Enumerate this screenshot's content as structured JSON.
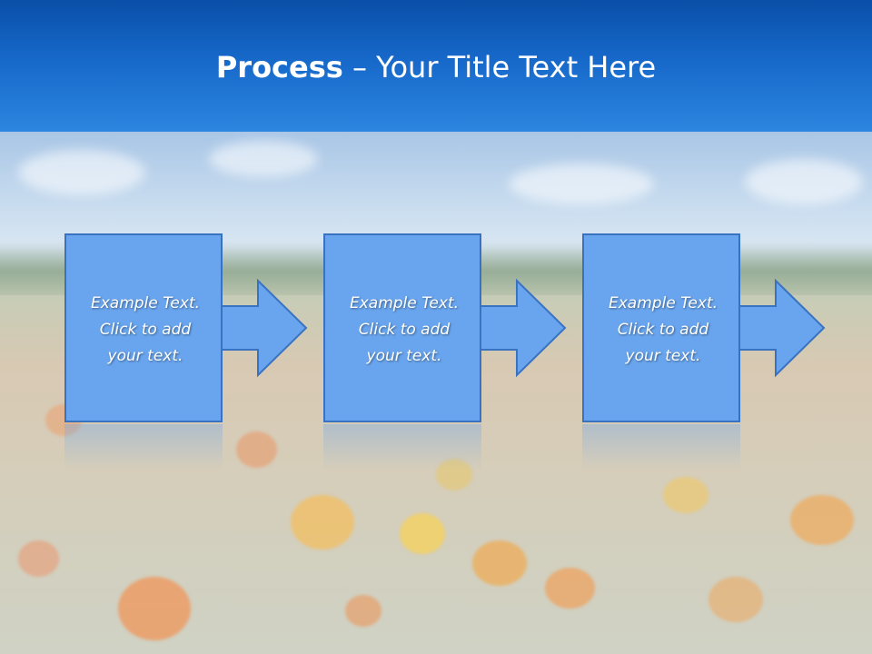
{
  "title": {
    "bold": "Process",
    "rest": " – Your Title Text Here"
  },
  "steps": [
    {
      "text": "Example Text.\nClick  to add\nyour text."
    },
    {
      "text": "Example Text.\nClick  to add\nyour text."
    },
    {
      "text": "Example Text.\nClick  to add\nyour text."
    }
  ],
  "colors": {
    "title_band": "#1668c9",
    "box_fill": "#69a5ee",
    "box_border": "#3a72c2"
  }
}
